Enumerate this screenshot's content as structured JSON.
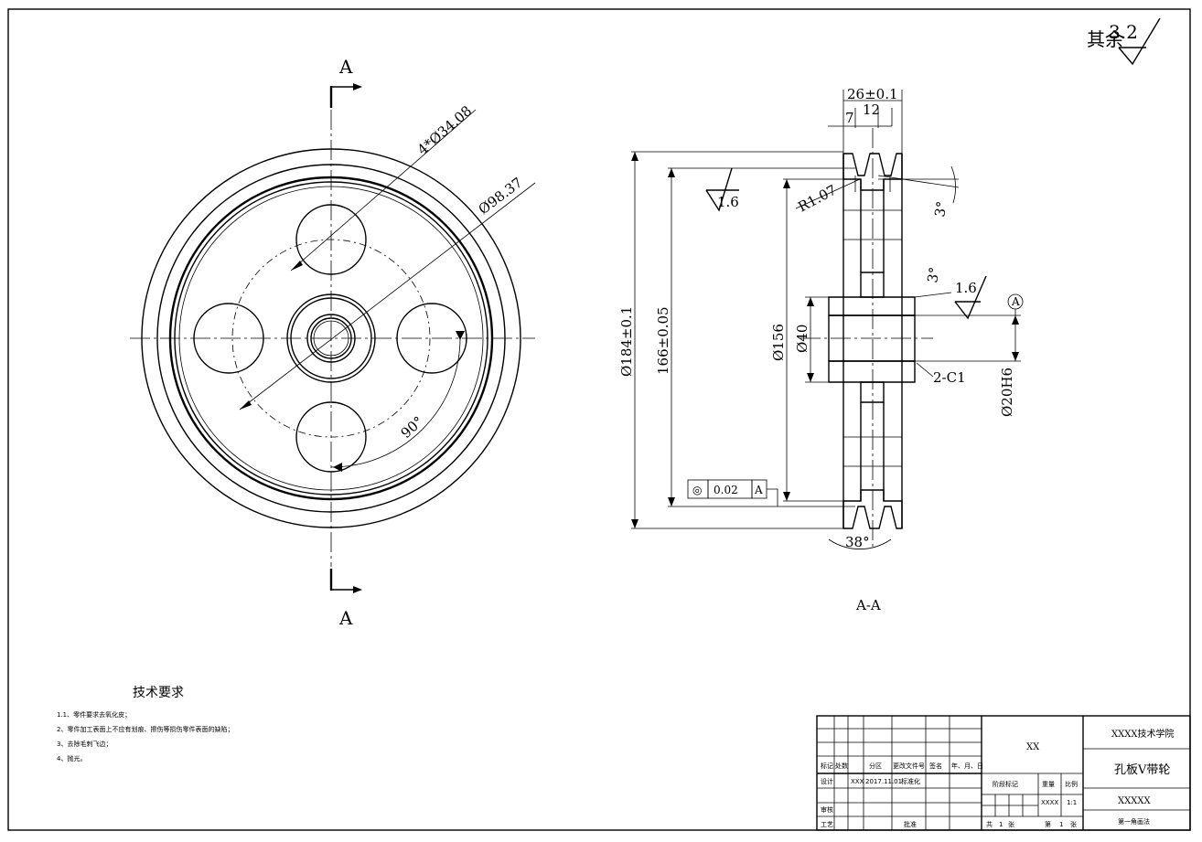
{
  "surface_finish_rest": {
    "prefix": "其余",
    "value": "3.2"
  },
  "section_marks": {
    "top": "A",
    "bottom": "A",
    "view_label": "A-A"
  },
  "front_view": {
    "dims": {
      "holes": "4*Ø34.08",
      "pitch_circle": "Ø98.37",
      "angle": "90°"
    }
  },
  "section_view": {
    "dims": {
      "width_total": "26±0.1",
      "groove_offset": "7",
      "groove_pitch": "12",
      "fillet": "R1.07",
      "taper_top": "3°",
      "taper_hub": "3°",
      "roughness_outer": "1.6",
      "roughness_hub": "1.6",
      "od": "Ø184±0.1",
      "pitch_dia": "166±0.05",
      "rim_inner": "Ø156",
      "hub_od": "Ø40",
      "chamfer": "2-C1",
      "bore": "Ø20H6",
      "groove_angle": "38°"
    },
    "datum": "A",
    "tolerance": {
      "symbol": "◎",
      "value": "0.02",
      "datum": "A"
    }
  },
  "tech_requirements": {
    "title": "技术要求",
    "items": [
      "1.1、零件要求去氧化皮；",
      "2、零件加工表面上不应有划痕、擦伤等损伤零件表面的缺陷；",
      "3、去除毛刺飞边；",
      "4、抛光。"
    ]
  },
  "title_block": {
    "header_cells": [
      "标记",
      "处数",
      "分区",
      "更改文件号",
      "签名",
      "年、月、日"
    ],
    "row_design": [
      "设计",
      "XXX",
      "2017.11.01",
      "标准化"
    ],
    "row_review": "审核",
    "row_process": "工艺",
    "row_approve": "批准",
    "center_mark": "XX",
    "stage_mark": "阶段标记",
    "weight": "重量",
    "scale": "比例",
    "weight_val": "XXXX",
    "scale_val": "1:1",
    "sheets": [
      "共",
      "1",
      "张",
      "第",
      "1",
      "张"
    ],
    "school": "XXXX技术学院",
    "part_name": "孔板V带轮",
    "drawing_no": "XXXXX",
    "projection": "第一角画法"
  }
}
